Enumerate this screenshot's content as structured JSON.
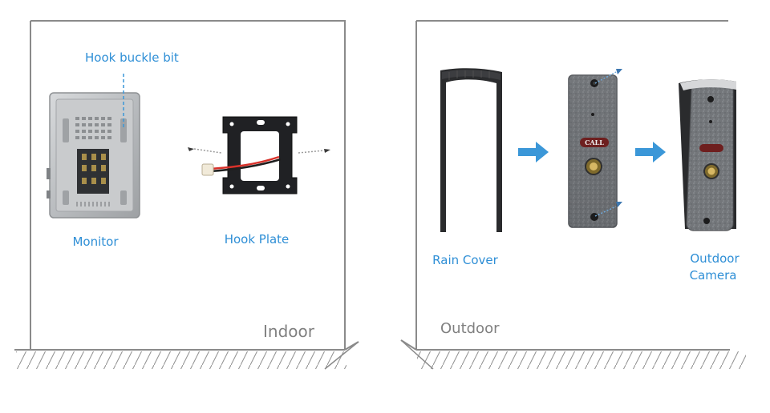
{
  "indoor": {
    "section_label": "Indoor",
    "hook_buckle_label": "Hook buckle bit",
    "monitor_label": "Monitor",
    "hook_plate_label": "Hook Plate"
  },
  "outdoor": {
    "section_label": "Outdoor",
    "rain_cover_label": "Rain Cover",
    "outdoor_camera_label_line1": "Outdoor",
    "outdoor_camera_label_line2": "Camera",
    "doorbell_button_text": "CALL"
  },
  "colors": {
    "label_blue": "#2f8fd6",
    "arrow_blue": "#3b97d8",
    "frame_grey": "#8a8a8a",
    "section_text_grey": "#808080"
  }
}
